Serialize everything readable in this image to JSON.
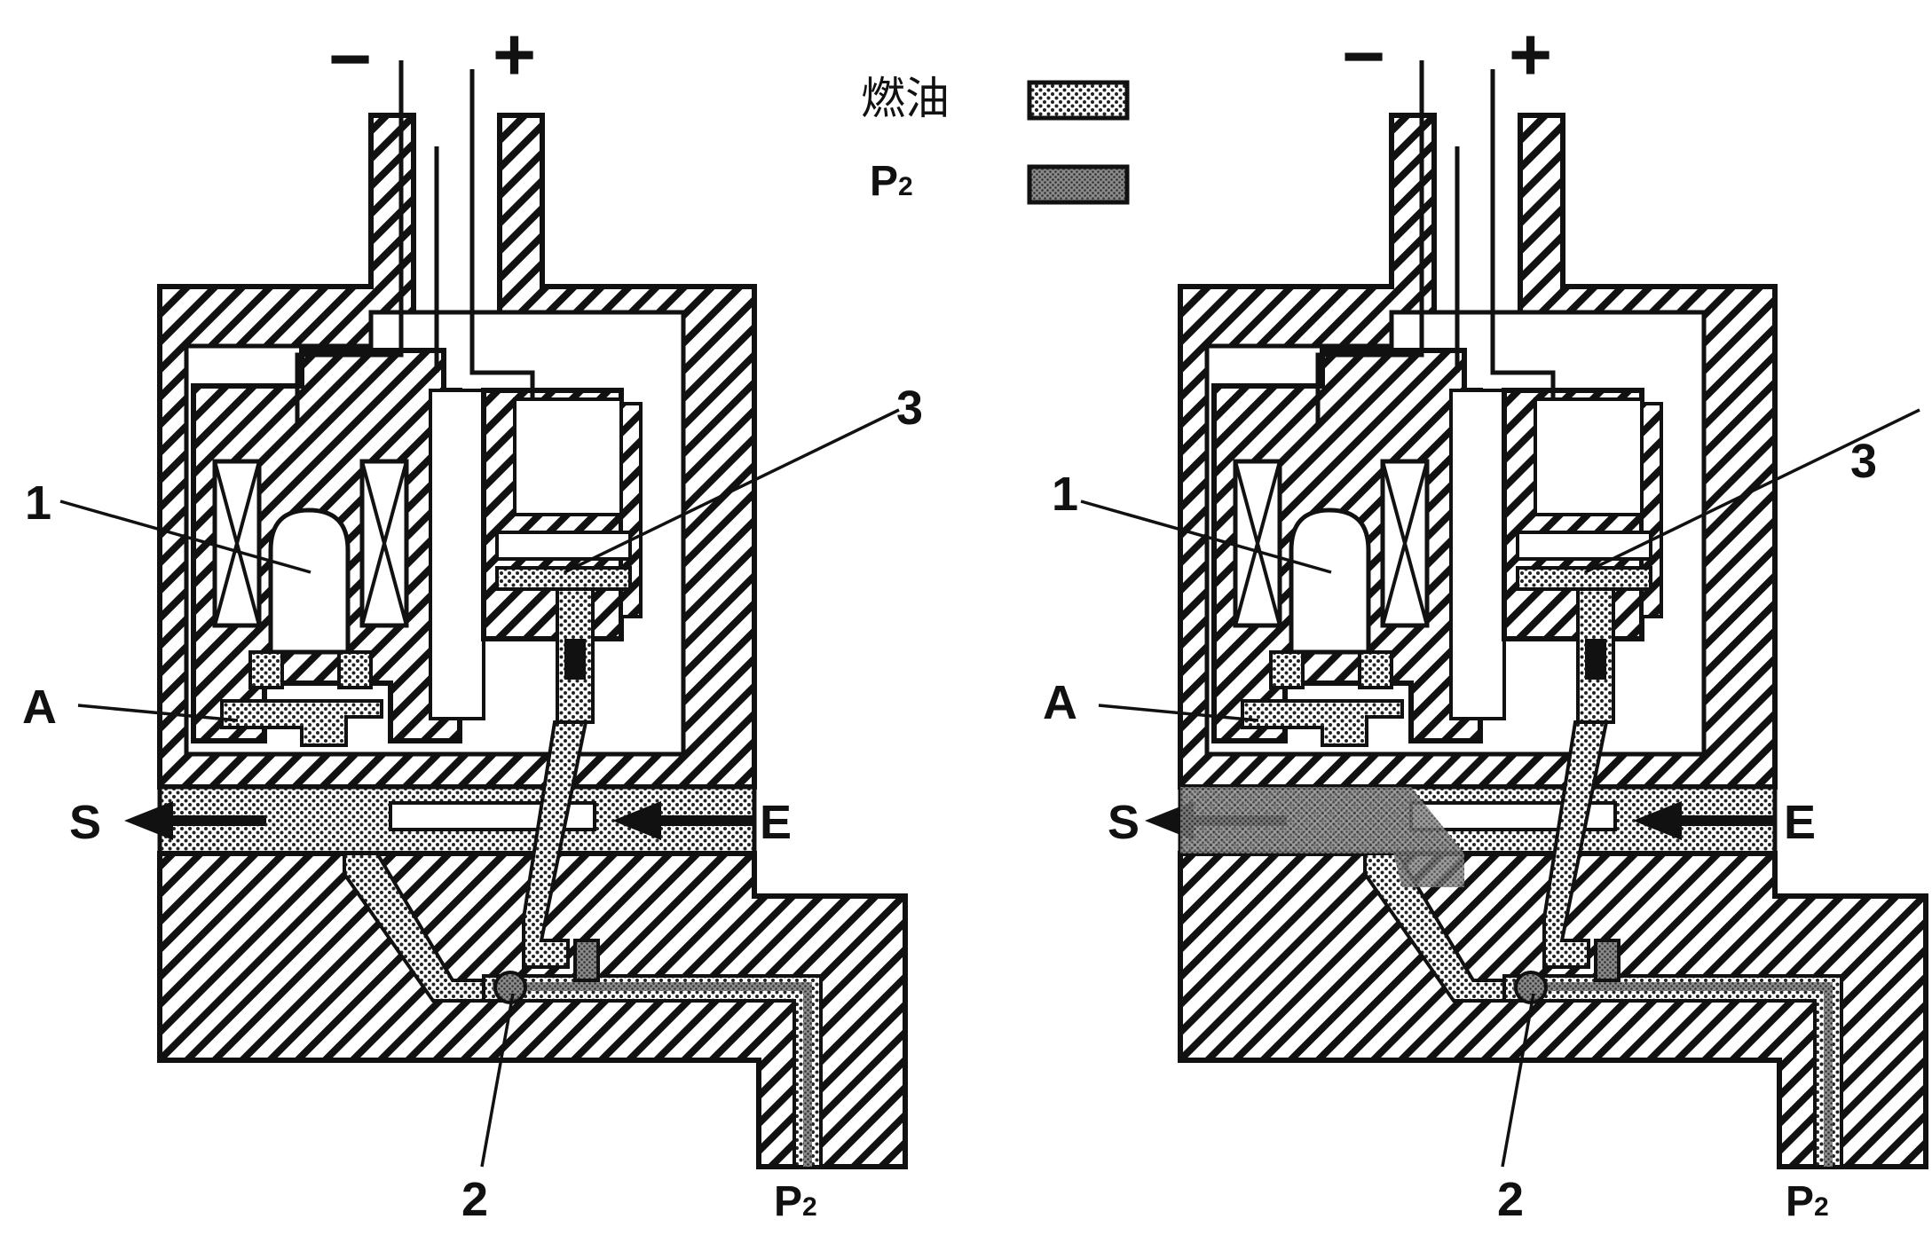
{
  "legend": {
    "fuel_label": "燃油",
    "p2_label": "P",
    "p2_sub": "2"
  },
  "left": {
    "minus": "−",
    "plus": "+",
    "label_1": "1",
    "label_2": "2",
    "label_3": "3",
    "label_a": "A",
    "label_s": "S",
    "label_e": "E",
    "label_p2": "P",
    "label_p2_sub": "2"
  },
  "right": {
    "minus": "−",
    "plus": "+",
    "label_1": "1",
    "label_2": "2",
    "label_3": "3",
    "label_a": "A",
    "label_s": "S",
    "label_e": "E",
    "label_p2": "P",
    "label_p2_sub": "2"
  },
  "colors": {
    "ink": "#111111",
    "paper": "#ffffff",
    "fuel_fill": "#c8c8c8",
    "p2_fill": "#7a7a7a"
  }
}
